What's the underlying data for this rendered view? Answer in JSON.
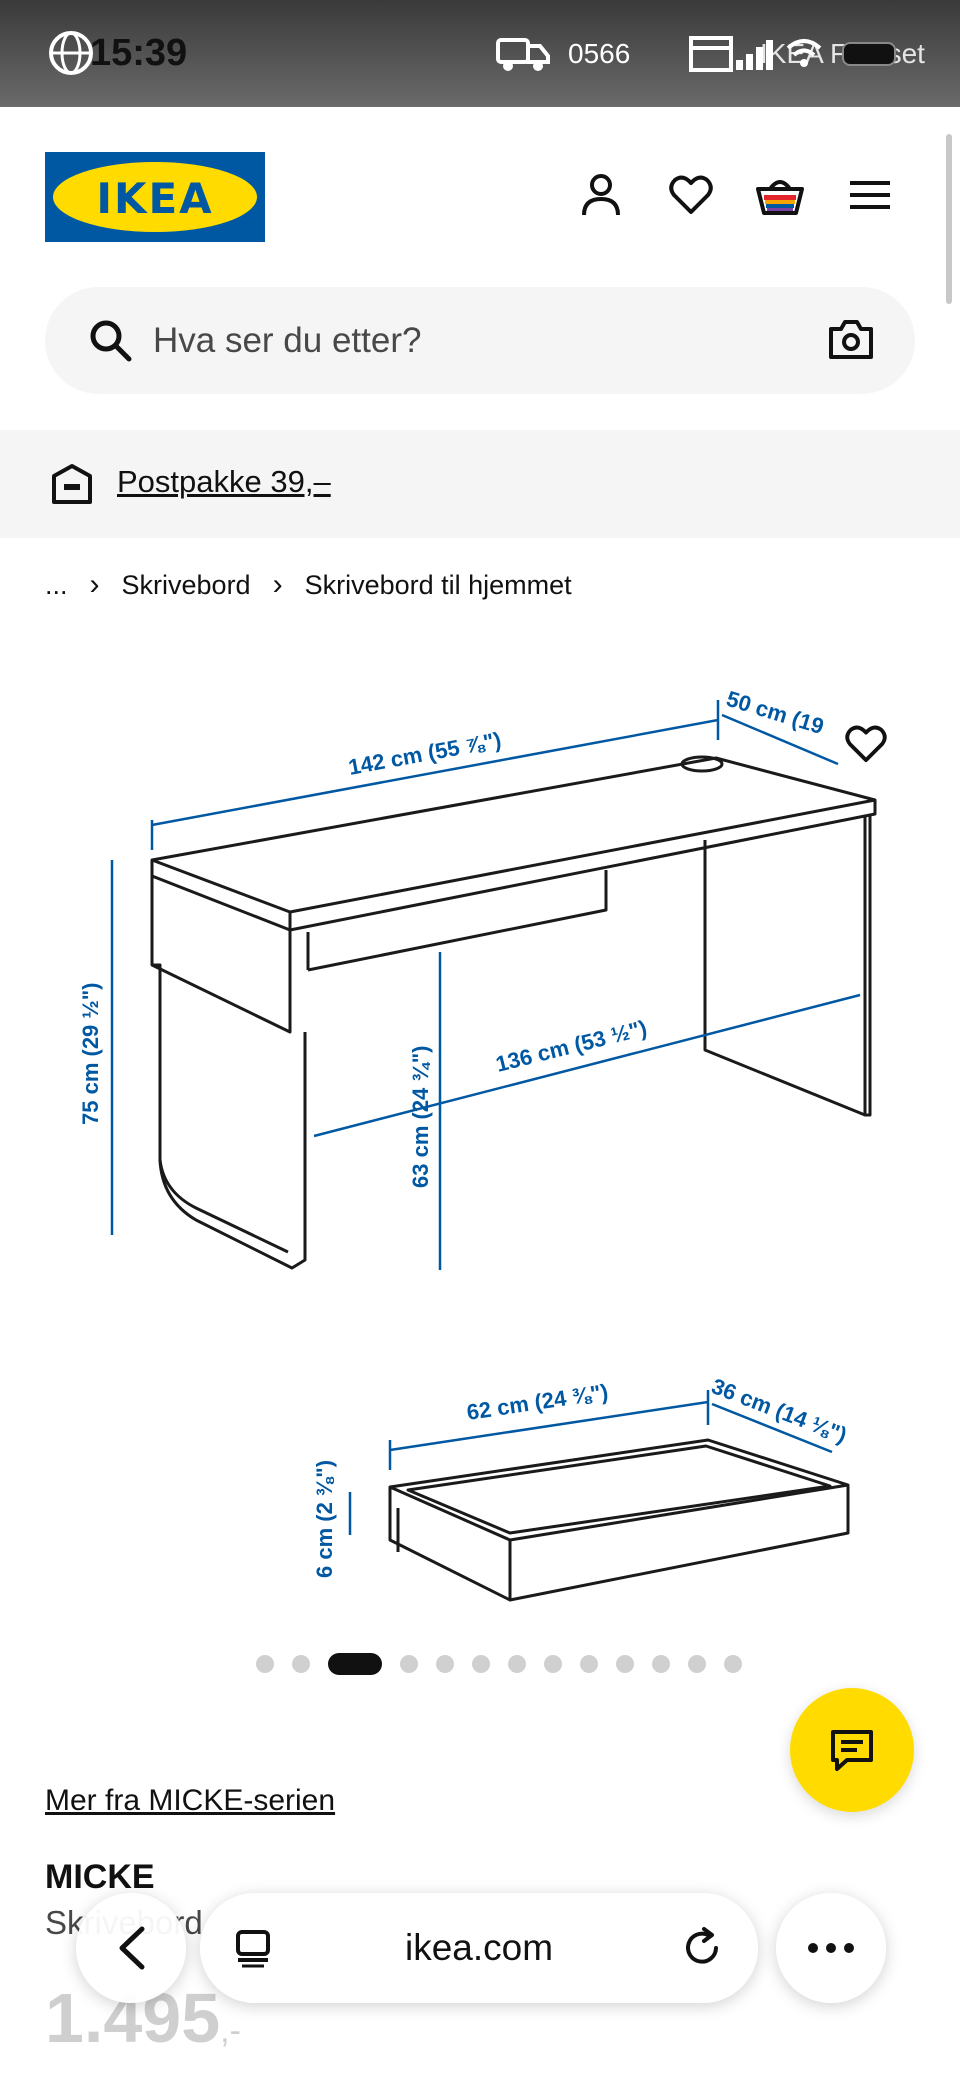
{
  "status_bar": {
    "time": "15:39",
    "carrier_code": "0566",
    "store_label": "IKEA Furuset"
  },
  "header": {
    "logo_text": "IKEA",
    "icons": [
      "account-icon",
      "heart-icon",
      "basket-icon",
      "menu-icon"
    ]
  },
  "search": {
    "placeholder": "Hva ser du etter?"
  },
  "promo": {
    "text": "Postpakke 39,–"
  },
  "breadcrumb": {
    "ellipsis": "...",
    "items": [
      "Skrivebord",
      "Skrivebord til hjemmet"
    ]
  },
  "product_image": {
    "desk_labels": {
      "width": "142 cm (55 ⅞\")",
      "depth": "50 cm (19",
      "height": "75 cm (29 ½\")",
      "clearance_height": "63 cm (24 ¾\")",
      "clearance_width": "136 cm (53 ½\")"
    },
    "drawer_labels": {
      "width": "62 cm (24 ⅜\")",
      "depth": "36 cm (14 ⅛\")",
      "height": "6 cm (2 ⅜\")"
    }
  },
  "carousel": {
    "total": 13,
    "active_index": 2
  },
  "product": {
    "series_link": "Mer fra MICKE-serien",
    "name": "MICKE",
    "type": "Skrivebord",
    "price": "1.495",
    "price_suffix": ",-"
  },
  "browser": {
    "url": "ikea.com"
  },
  "colors": {
    "ikea_blue": "#0058a3",
    "ikea_yellow": "#ffdb00",
    "dimension_blue": "#0058a3"
  }
}
